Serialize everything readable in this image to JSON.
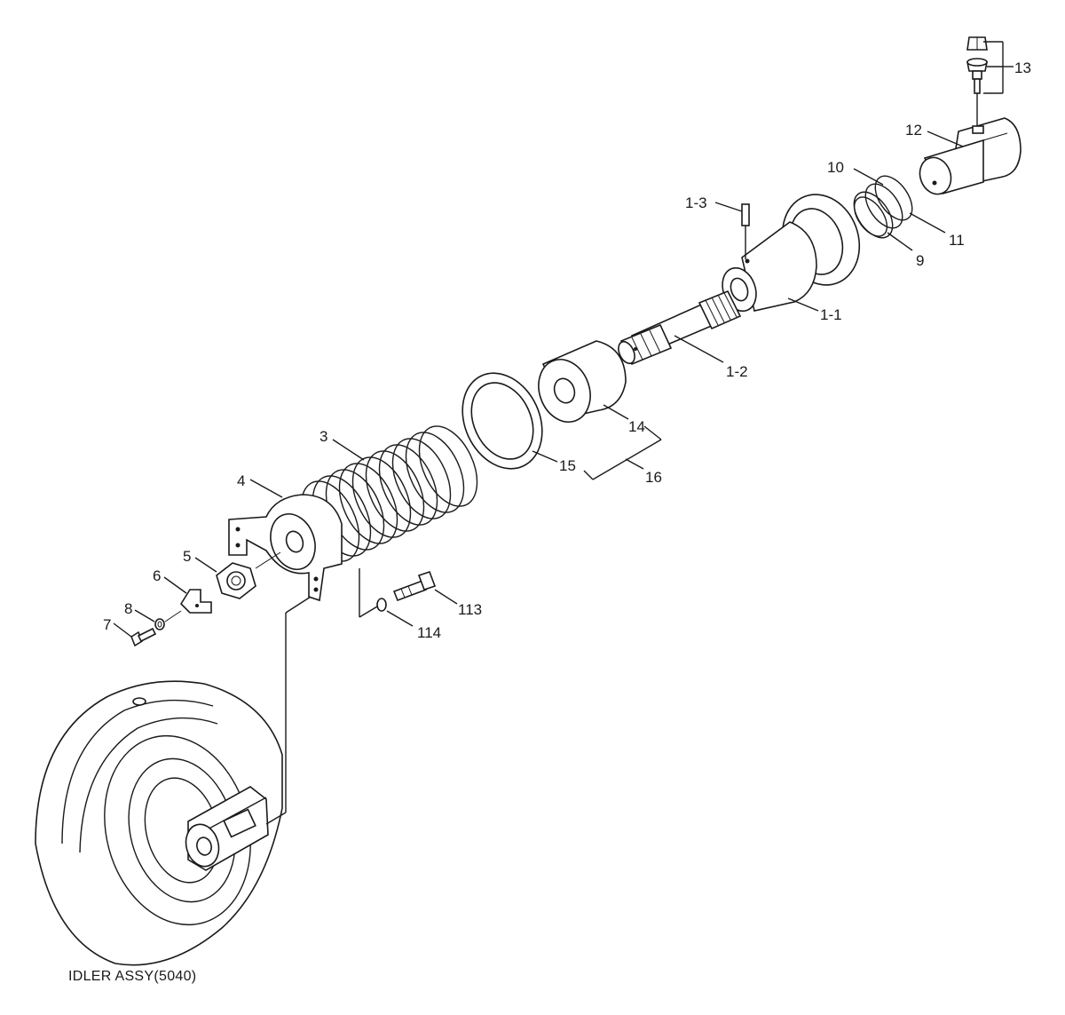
{
  "caption": "IDLER ASSY(5040)",
  "labels": {
    "p1_1": "1-1",
    "p1_2": "1-2",
    "p1_3": "1-3",
    "p3": "3",
    "p4": "4",
    "p5": "5",
    "p6": "6",
    "p7": "7",
    "p8": "8",
    "p9": "9",
    "p10": "10",
    "p11": "11",
    "p12": "12",
    "p13": "13",
    "p14": "14",
    "p15": "15",
    "p16": "16",
    "p113": "113",
    "p114": "114"
  }
}
